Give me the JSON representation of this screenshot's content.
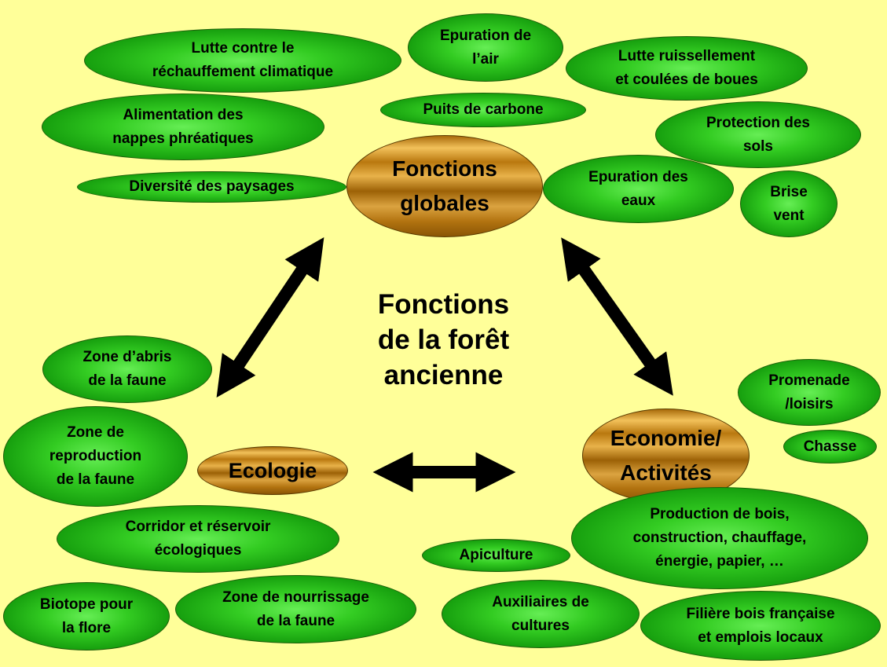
{
  "title": "Fonctions\nde la forêt\nancienne",
  "hubs": {
    "globales": "Fonctions\nglobales",
    "ecologie": "Ecologie",
    "economie": "Economie/\nActivités"
  },
  "globales_items": {
    "rechauffement": "Lutte contre le\nréchauffement climatique",
    "epuration_air": "Epuration de\nl’air",
    "ruissellement": "Lutte ruissellement\net coulées de boues",
    "puits_carbone": "Puits de carbone",
    "nappes": "Alimentation des\nnappes phréatiques",
    "protection_sols": "Protection des\nsols",
    "paysages": "Diversité des paysages",
    "epuration_eaux": "Epuration des\neaux",
    "brise_vent": "Brise\nvent"
  },
  "ecologie_items": {
    "abris": "Zone d’abris\nde la faune",
    "reproduction": "Zone de\nreproduction\nde la faune",
    "corridor": "Corridor et réservoir\nécologiques",
    "biotope": "Biotope pour\nla flore",
    "nourrissage": "Zone de nourrissage\nde la faune"
  },
  "economie_items": {
    "promenade": "Promenade\n/loisirs",
    "chasse": "Chasse",
    "production_bois": "Production de bois,\nconstruction, chauffage,\nénergie, papier, …",
    "apiculture": "Apiculture",
    "auxiliaires": "Auxiliaires de\ncultures",
    "filiere": "Filière bois française\net emplois locaux"
  },
  "colors": {
    "background": "#ffff99",
    "green_node": "#1aa012",
    "gold_node": "#c88a1e",
    "arrow": "#000000"
  }
}
